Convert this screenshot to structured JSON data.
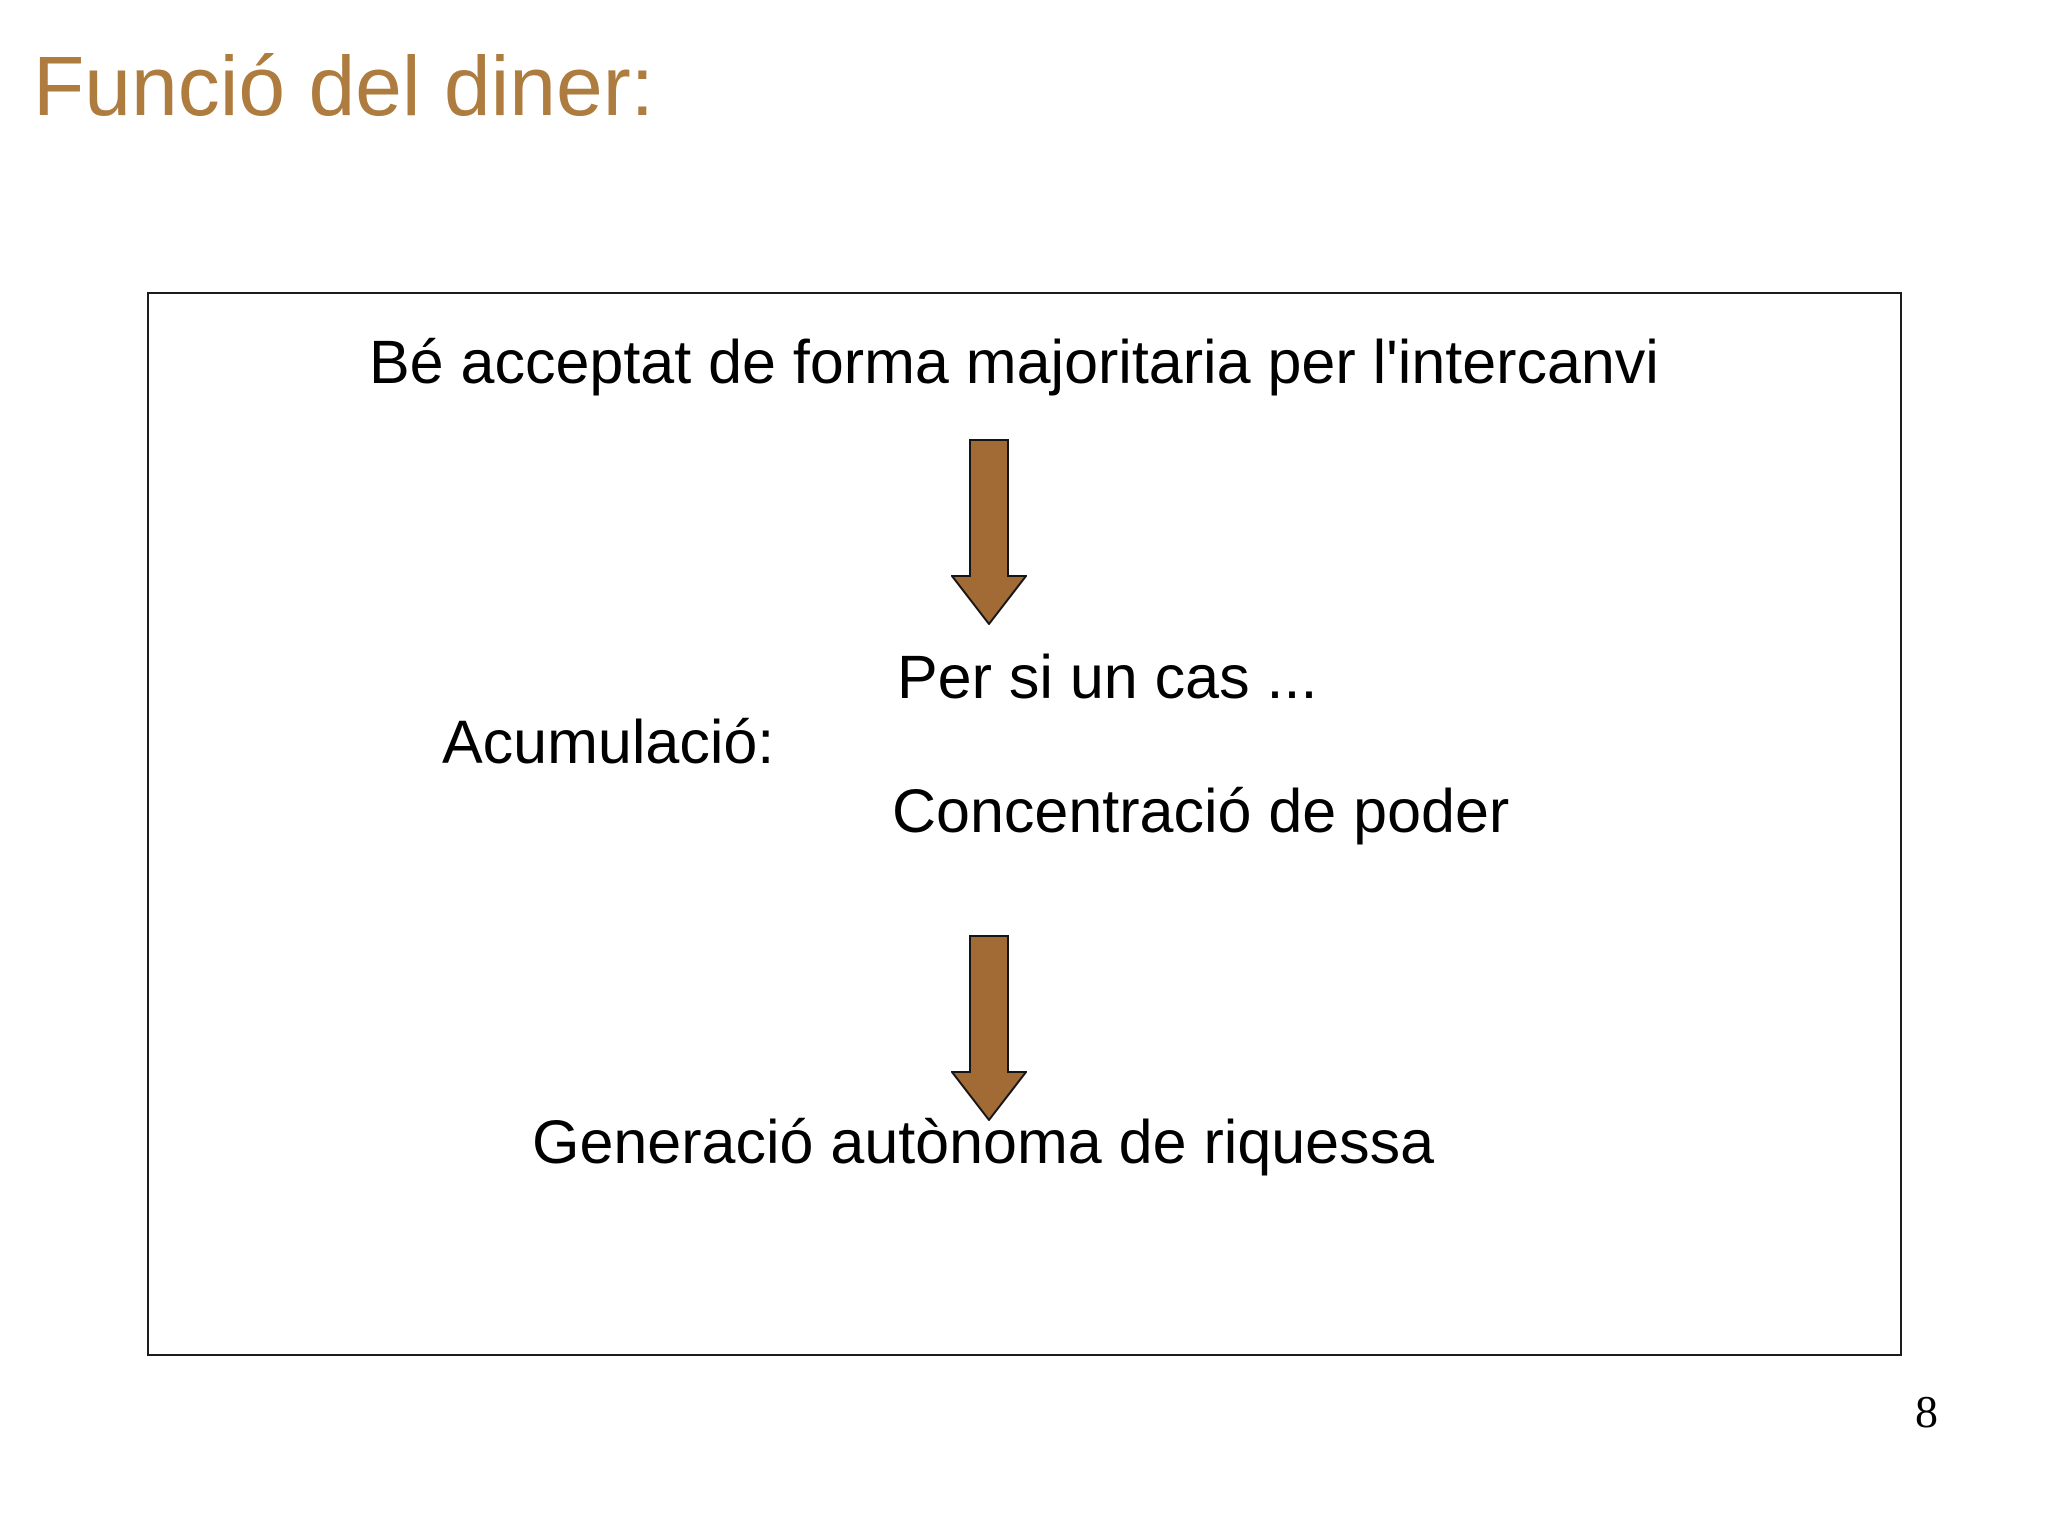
{
  "slide": {
    "title": {
      "text": "Funció del diner:",
      "color": "#AE7C3F"
    },
    "diagram_box": {
      "top_text": "Bé acceptat de forma majoritaria per l'intercanvi",
      "middle_group": {
        "label": "Acumulació:",
        "option_1": "Per si un cas ...",
        "option_2": "Concentració de poder"
      },
      "bottom_text": "Generació autònoma de riquessa",
      "arrow_icon": "down-arrow"
    },
    "page_number": "8",
    "colors": {
      "title": "#AE7C3F",
      "arrow_fill": "#A26B36",
      "arrow_outline": "#151515",
      "body_text": "#000000",
      "box_border": "#1c1c1c",
      "background": "#ffffff"
    }
  }
}
